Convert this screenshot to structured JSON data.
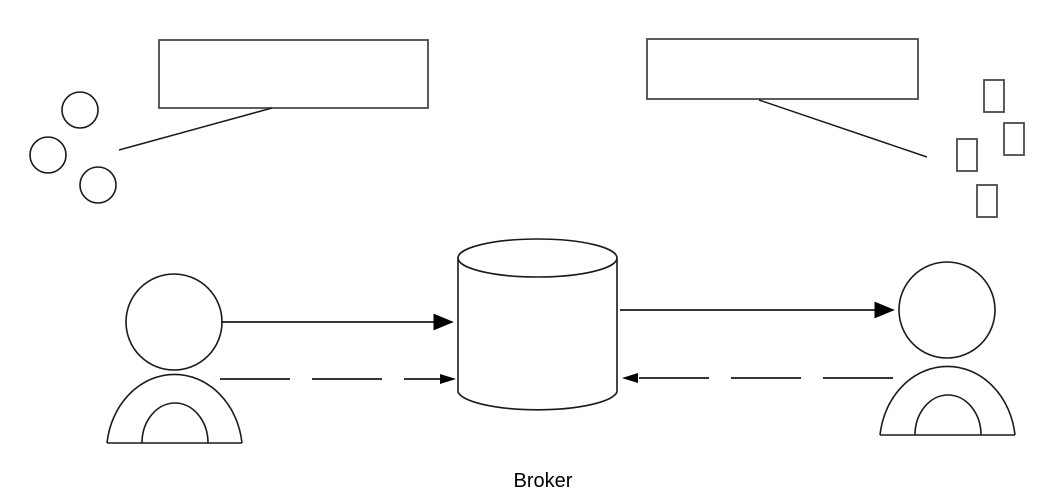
{
  "diagram": {
    "title": "",
    "background_color": "#ffffff",
    "line_color": "#1a1a1a",
    "box_line_color": "#4a4a4a",
    "center_node": {
      "name": "broker-cylinder",
      "shape": "cylinder",
      "label": "Broker"
    },
    "actors": [
      {
        "name": "left-actor",
        "label": ""
      },
      {
        "name": "right-actor",
        "label": ""
      }
    ],
    "callouts": [
      {
        "name": "left-callout",
        "text": ""
      },
      {
        "name": "right-callout",
        "text": ""
      }
    ],
    "connectors": [
      {
        "name": "left-publish-arrow",
        "style": "solid",
        "direction": "right"
      },
      {
        "name": "left-subscribe-arrow",
        "style": "dashed",
        "direction": "right"
      },
      {
        "name": "right-publish-arrow",
        "style": "solid",
        "direction": "right"
      },
      {
        "name": "right-subscribe-arrow",
        "style": "dashed",
        "direction": "left"
      }
    ],
    "decorations": {
      "left_circles": 3,
      "right_rectangles": 4
    }
  }
}
